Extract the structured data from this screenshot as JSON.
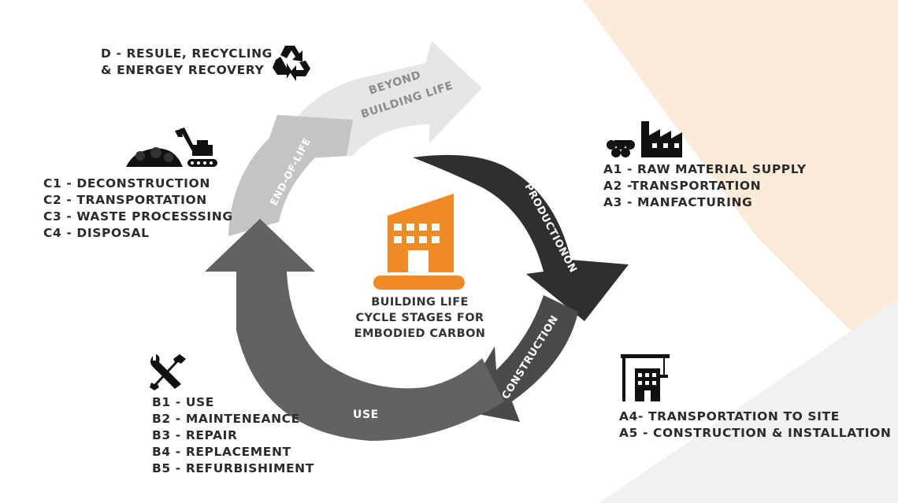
{
  "center": {
    "title_lines": [
      "BUILDING LIFE",
      "CYCLE STAGES FOR",
      "EMBODIED CARBON"
    ],
    "icon": "building-icon"
  },
  "arrows": {
    "beyond_line1": "BEYOND",
    "beyond_line2": "BUILDING LIFE",
    "end_of_life": "END-OF-LIFE",
    "production": "PRODUCTIONON",
    "construction": "CONSTRUCTION",
    "use": "USE"
  },
  "stages": {
    "d": {
      "items": [
        "D - RESULE, RECYCLING",
        "& ENERGEY RECOVERY"
      ],
      "icon": "recycle-icon"
    },
    "c": {
      "items": [
        "C1 - DECONSTRUCTION",
        "C2 - TRANSPORTATION",
        "C3 - WASTE PROCESSSING",
        "C4 - DISPOSAL"
      ],
      "icon": "excavator-icon"
    },
    "a13": {
      "items": [
        "A1 - RAW MATERIAL SUPPLY",
        "A2 -TRANSPORTATION",
        "A3 - MANFACTURING"
      ],
      "icon": "factory-icon"
    },
    "a45": {
      "items": [
        "A4- TRANSPORTATION TO SITE",
        "A5 - CONSTRUCTION & INSTALLATION"
      ],
      "icon": "crane-building-icon"
    },
    "b": {
      "items": [
        "B1 - USE",
        "B2 - MAINTENEANCE",
        "B3 - REPAIR",
        "B4 - REPLACEMENT",
        "B5 - REFURBISHIMENT"
      ],
      "icon": "tools-icon"
    }
  },
  "colors": {
    "beyond": "#e6e6e6",
    "end_of_life": "#c4c4c4",
    "production": "#2f2f2f",
    "construction": "#4a4a4a",
    "use": "#626262",
    "accent_orange": "#f08a24",
    "bg_peach": "#fcecd9"
  }
}
